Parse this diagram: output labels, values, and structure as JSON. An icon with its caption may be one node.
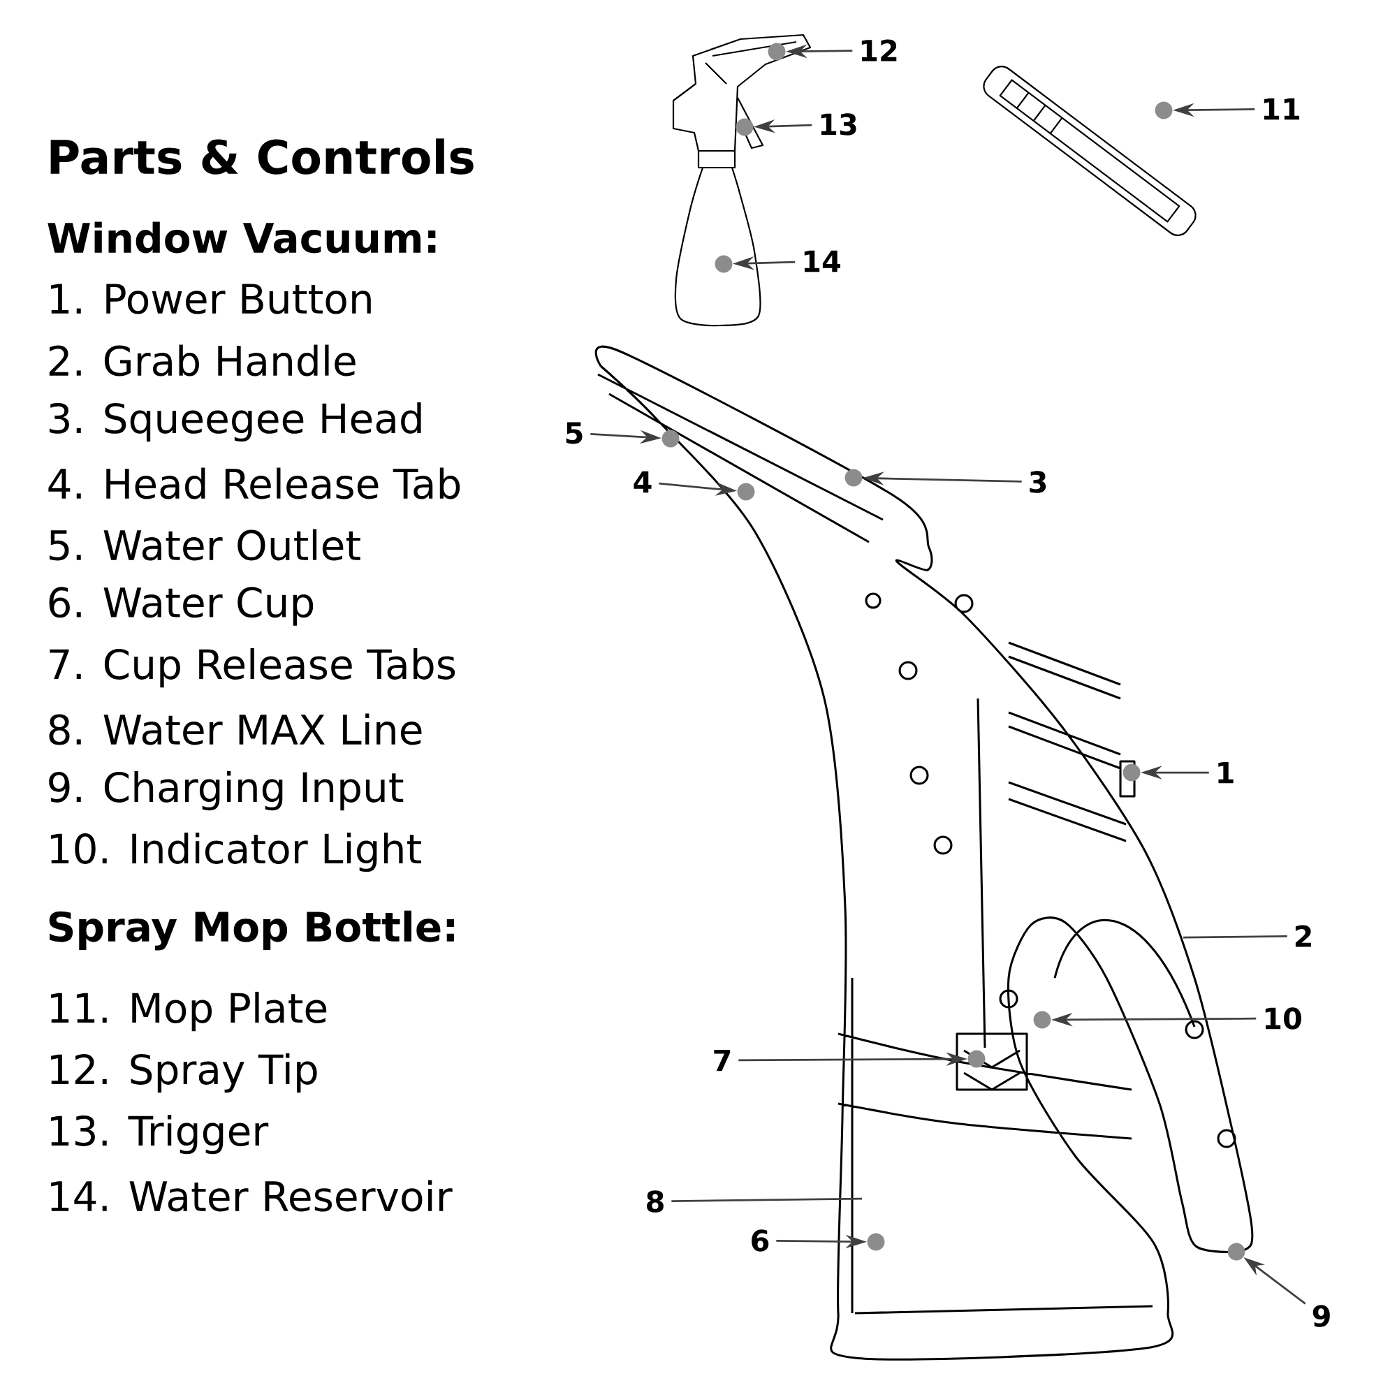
{
  "diagram": {
    "title": "Parts & Controls",
    "nodes": [
      {
        "text": [
          "12"
        ]
      },
      {
        "text": [],
        "shape": "circle"
      },
      {
        "text": [
          "13"
        ]
      },
      {
        "text": [],
        "shape": "circle"
      },
      {
        "text": [
          "11"
        ]
      },
      {
        "text": [],
        "shape": "circle"
      },
      {
        "text": [
          "14"
        ]
      },
      {
        "text": [],
        "shape": "circle"
      },
      {
        "text": [
          "5"
        ]
      },
      {
        "text": [],
        "shape": "circle"
      },
      {
        "text": [
          "3"
        ]
      },
      {
        "text": [],
        "shape": "circle"
      },
      {
        "text": [
          "4"
        ]
      },
      {
        "text": [],
        "shape": "circle"
      },
      {
        "text": [
          "1"
        ]
      },
      {
        "text": [],
        "shape": "circle"
      },
      {
        "text": [
          "2"
        ]
      },
      {
        "text": [
          "10"
        ]
      },
      {
        "text": [],
        "shape": "circle"
      },
      {
        "text": [
          "7"
        ]
      },
      {
        "text": [],
        "shape": "circle"
      },
      {
        "text": [
          "8"
        ]
      },
      {
        "text": [
          "6"
        ]
      },
      {
        "text": [],
        "shape": "circle"
      },
      {
        "text": [
          "9"
        ]
      },
      {
        "text": [],
        "shape": "circle"
      }
    ],
    "edges": [
      {
        "from": 0,
        "to": 1,
        "arrow": "to"
      },
      {
        "from": 2,
        "to": 3,
        "arrow": "to"
      },
      {
        "from": 4,
        "to": 5,
        "arrow": "to"
      },
      {
        "from": 6,
        "to": 7,
        "arrow": "to"
      },
      {
        "from": 8,
        "to": 9,
        "arrow": "to"
      },
      {
        "from": 10,
        "to": 11,
        "arrow": "to"
      },
      {
        "from": 12,
        "to": 13,
        "arrow": "to"
      },
      {
        "from": 14,
        "to": 15,
        "arrow": "to"
      },
      {
        "from": 16,
        "to": null,
        "arrow": "none"
      },
      {
        "from": 17,
        "to": 18,
        "arrow": "to"
      },
      {
        "from": 19,
        "to": 20,
        "arrow": "to"
      },
      {
        "from": 21,
        "to": null,
        "arrow": "none"
      },
      {
        "from": 22,
        "to": 23,
        "arrow": "to"
      },
      {
        "from": 24,
        "to": 25,
        "arrow": "to"
      }
    ],
    "labels": [
      "Window Vacuum:",
      "1. Power Button",
      "2. Grab Handle",
      "3. Squeegee Head",
      "4. Head Release Tab",
      "5. Water Outlet",
      "6. Water Cup",
      "7. Cup Release Tabs",
      "8. Water MAX Line",
      "9. Charging Input",
      "10. Indicator Light",
      "Spray Mop Bottle:",
      "11. Mop Plate",
      "12. Spray Tip",
      "13. Trigger",
      "14. Water Reservoir"
    ]
  }
}
